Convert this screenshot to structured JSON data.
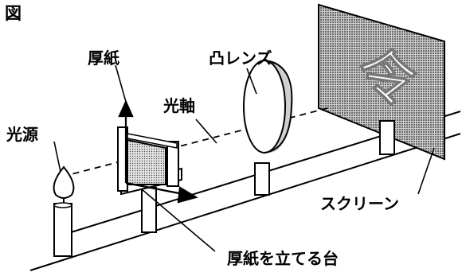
{
  "figure": {
    "heading": "図",
    "labels": {
      "light_source": "光源",
      "cardboard": "厚紙",
      "optical_axis": "光軸",
      "convex_lens": "凸レンズ",
      "screen": "スクリーン",
      "cardboard_stand": "厚紙を立てる台"
    },
    "screen_image_char": "令"
  }
}
